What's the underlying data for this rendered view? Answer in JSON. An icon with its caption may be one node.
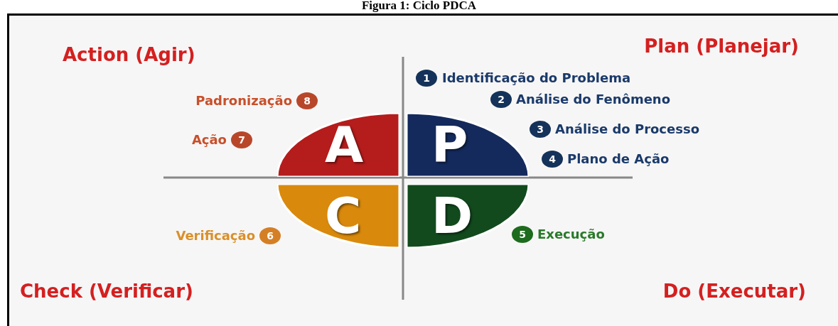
{
  "diagram": {
    "title": "Figura 1: Ciclo PDCA",
    "nodes": [
      {
        "text": [
          "A"
        ]
      },
      {
        "text": [
          "P"
        ]
      },
      {
        "text": [
          "C"
        ]
      },
      {
        "text": [
          "D"
        ]
      },
      {
        "text": [
          "1"
        ],
        "beside": [
          "Identificação do Problema"
        ]
      },
      {
        "text": [
          "2"
        ],
        "beside": [
          "Análise do Fenômeno"
        ]
      },
      {
        "text": [
          "3"
        ],
        "beside": [
          "Análise do Processo"
        ]
      },
      {
        "text": [
          "4"
        ],
        "beside": [
          "Plano de Ação"
        ]
      },
      {
        "text": [
          "5"
        ],
        "beside": [
          "Execução"
        ]
      },
      {
        "text": [
          "6"
        ],
        "beside": [
          "Verificação"
        ]
      },
      {
        "text": [
          "7"
        ],
        "beside": [
          "Ação"
        ]
      },
      {
        "text": [
          "8"
        ],
        "beside": [
          "Padronização"
        ]
      }
    ],
    "labels": [
      "Action (Agir)",
      "Plan (Planejar)",
      "Check (Verificar)",
      "Do (Executar)"
    ]
  }
}
